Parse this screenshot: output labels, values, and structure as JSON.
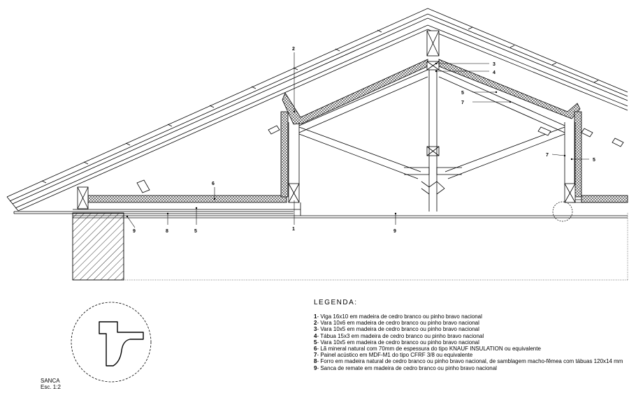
{
  "callouts": {
    "c1": "1",
    "c2": "2",
    "c3": "3",
    "c4": "4",
    "c5": "5",
    "c6": "6",
    "c7": "7",
    "c8": "8",
    "c9": "9"
  },
  "legend": {
    "title": "LEGENDA:",
    "items": [
      {
        "num": "1",
        "text": "- Viga 16x10 em madeira de cedro branco ou pinho bravo nacional"
      },
      {
        "num": "2",
        "text": "- Vara 10x6 em madeira de cedro branco ou pinho bravo nacional"
      },
      {
        "num": "3",
        "text": "- Vara 10x5 em madeira de cedro branco ou pinho bravo nacional"
      },
      {
        "num": "4",
        "text": "- Tábua 15x3 em madeira de cedro branco ou pinho bravo nacional"
      },
      {
        "num": "5",
        "text": "- Vara 10x5 em madeira de cedro branco ou pinho bravo nacional"
      },
      {
        "num": "6",
        "text": "- Lã mineral natural com 70mm de espessura do tipo KNAUF INSULATION ou equivalente"
      },
      {
        "num": "7",
        "text": "- Painel acústico em MDF-M1 do tipo CFRF 3/8 ou equivalente"
      },
      {
        "num": "8",
        "text": "- Forro em madeira natural de cedro branco ou pinho bravo nacional, de samblagem macho-fêmea com tábuas 120x14 mm"
      },
      {
        "num": "9",
        "text": "- Sanca de remate em madeira de cedro branco ou pinho bravo nacional"
      }
    ]
  },
  "detail": {
    "name": "SANCA",
    "scale": "Esc. 1:2"
  }
}
